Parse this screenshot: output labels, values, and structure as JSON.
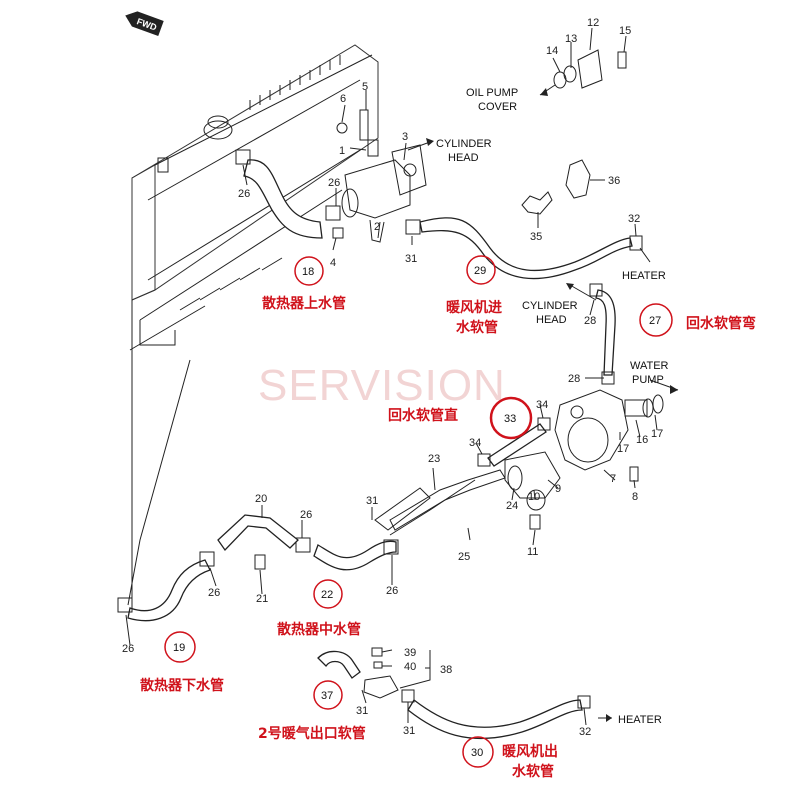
{
  "watermark": "SERVISION",
  "fwd_label": "FWD",
  "external_labels": {
    "oil_pump_cover_1": "OIL PUMP",
    "oil_pump_cover_2": "COVER",
    "cylinder_head_top_1": "CYLINDER",
    "cylinder_head_top_2": "HEAD",
    "cylinder_head_mid_1": "CYLINDER",
    "cylinder_head_mid_2": "HEAD",
    "heater_top": "HEATER",
    "heater_bottom": "HEATER",
    "water_pump_1": "WATER",
    "water_pump_2": "PUMP"
  },
  "highlighted_parts": [
    {
      "num": "18",
      "name": "散热器上水管"
    },
    {
      "num": "29",
      "name_1": "暖风机进",
      "name_2": "水软管"
    },
    {
      "num": "27",
      "name": "回水软管弯"
    },
    {
      "num": "33",
      "name": "回水软管直"
    },
    {
      "num": "22",
      "name": "散热器中水管"
    },
    {
      "num": "19",
      "name": "散热器下水管"
    },
    {
      "num": "37",
      "name": "2号暖气出口软管"
    },
    {
      "num": "30",
      "name_1": "暖风机出",
      "name_2": "水软管"
    }
  ],
  "part_numbers": {
    "p12": "12",
    "p13": "13",
    "p14": "14",
    "p15": "15",
    "p6": "6",
    "p5": "5",
    "p1": "1",
    "p3": "3",
    "p2": "2",
    "p4": "4",
    "p26a": "26",
    "p26b": "26",
    "p26c": "26",
    "p26d": "26",
    "p26e": "26",
    "p26f": "26",
    "p31a": "31",
    "p31b": "31",
    "p31c": "31",
    "p31d": "31",
    "p32a": "32",
    "p32b": "32",
    "p35": "35",
    "p36": "36",
    "p28a": "28",
    "p28b": "28",
    "p34a": "34",
    "p34b": "34",
    "p17a": "17",
    "p17b": "17",
    "p16": "16",
    "p7": "7",
    "p8": "8",
    "p9": "9",
    "p10": "10",
    "p11": "11",
    "p23": "23",
    "p24": "24",
    "p25": "25",
    "p20": "20",
    "p21": "21",
    "p39": "39",
    "p40": "40",
    "p38": "38"
  }
}
